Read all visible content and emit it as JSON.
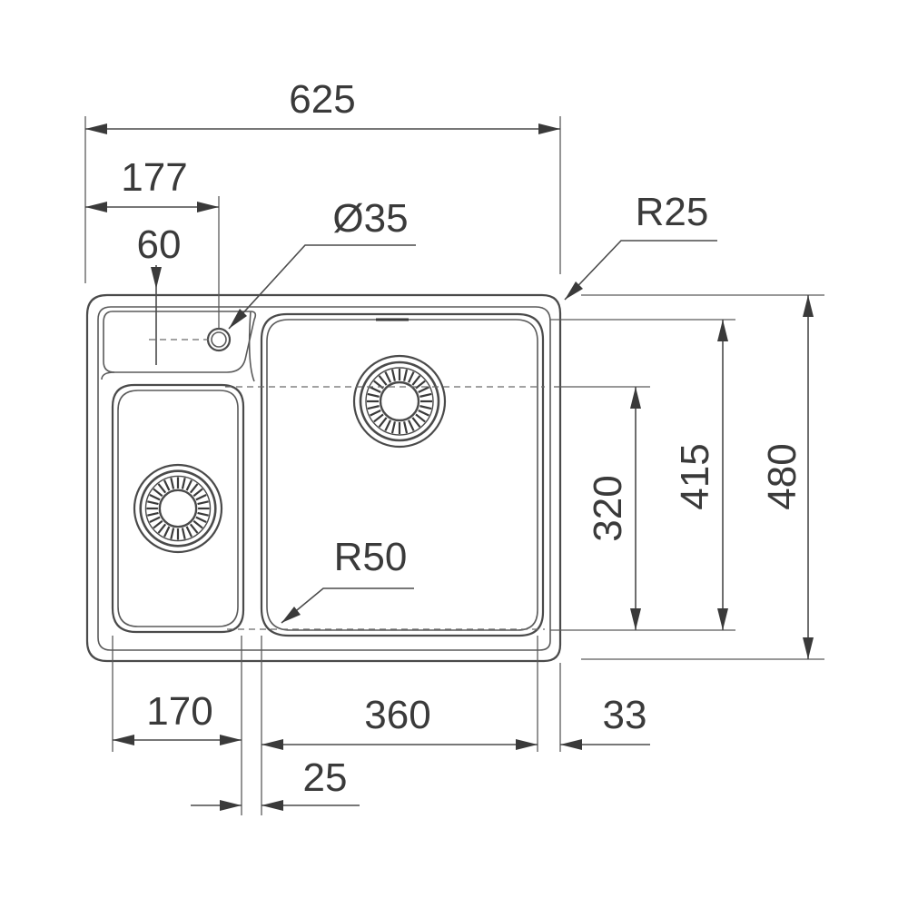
{
  "dimensions": {
    "overall_width": "625",
    "tap_hole_offset_x": "177",
    "tap_hole_offset_y": "60",
    "tap_hole_diameter": "Ø35",
    "corner_radius_outer": "R25",
    "corner_radius_bowl": "R50",
    "overall_depth": "480",
    "large_bowl_depth": "415",
    "small_bowl_depth": "320",
    "small_bowl_width": "170",
    "large_bowl_width": "360",
    "divider_width": "25",
    "right_rim": "33"
  },
  "colors": {
    "line": "#4a4a4a",
    "text": "#3a3a3a",
    "background": "#ffffff"
  }
}
